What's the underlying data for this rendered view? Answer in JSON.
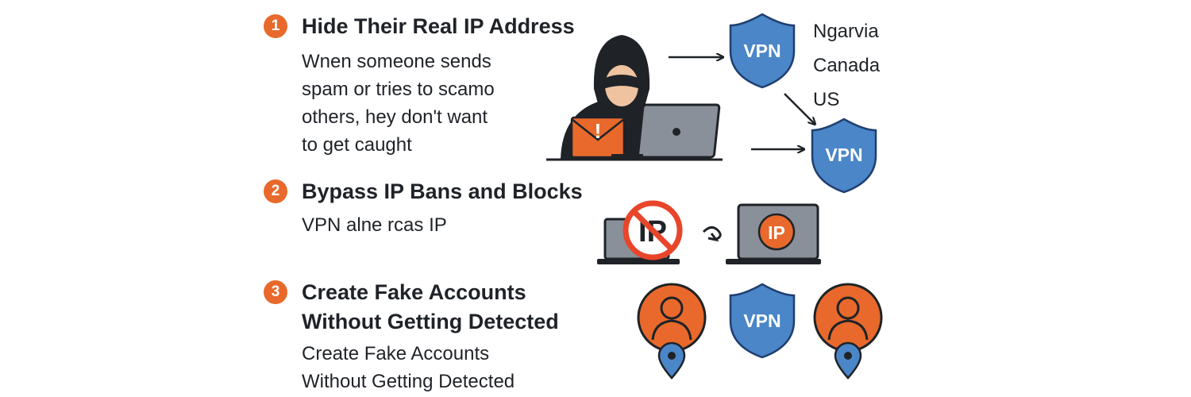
{
  "sections": [
    {
      "number": "1",
      "heading": "Hide Their Real IP Address",
      "lines": [
        "Wnen someone sends",
        "spam or tries to scamo",
        "others, hey don't want",
        "to get caught"
      ]
    },
    {
      "number": "2",
      "heading": "Bypass IP Bans and Blocks",
      "lines": [
        "VPN alne rcas IP"
      ]
    },
    {
      "number": "3",
      "heading_lines": [
        "Create Fake Accounts",
        "Without Getting Detected"
      ],
      "lines": [
        "Create Fake Accounts",
        "Without Getting Detected"
      ]
    }
  ],
  "illustration": {
    "vpn_label": "VPN",
    "ip_label": "IP",
    "countries": [
      "Ngarvia",
      "Canada",
      "US"
    ]
  },
  "colors": {
    "accent": "#e8692b",
    "shield": "#4a86c8",
    "shield_outline": "#1f3f70",
    "laptop": "#8a9099",
    "dark": "#1f2328",
    "ban": "#e8452b"
  },
  "icons": [
    "hacker-icon",
    "laptop-icon",
    "warning-envelope-icon",
    "vpn-shield-icon",
    "arrow-icon",
    "banned-ip-laptop-icon",
    "swap-arrow-icon",
    "user-location-icon"
  ]
}
